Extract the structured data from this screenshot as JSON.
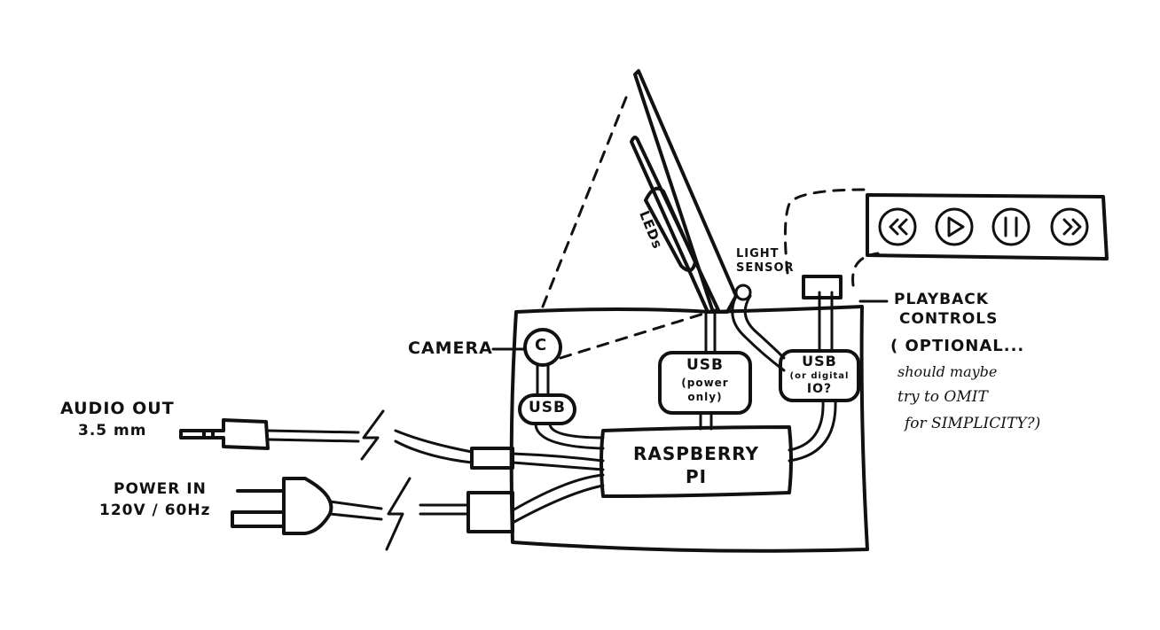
{
  "labels": {
    "camera": "CAMERA",
    "camera_letter": "C",
    "audio_out_1": "AUDIO OUT",
    "audio_out_2": "3.5 mm",
    "power_in_1": "POWER IN",
    "power_in_2": "120V / 60Hz",
    "usb_left": "USB",
    "usb_middle": "USB",
    "usb_middle_sub_1": "(power",
    "usb_middle_sub_2": "only)",
    "usb_right": "USB",
    "usb_right_sub_1": "(or digital",
    "usb_right_sub_2": "IO?",
    "raspberry_1": "RASPBERRY",
    "raspberry_2": "PI",
    "leds": "LEDs",
    "light_sensor_1": "LIGHT",
    "light_sensor_2": "SENSOR",
    "playback_1": "PLAYBACK",
    "playback_2": "CONTROLS",
    "optional_1": "( OPTIONAL...",
    "optional_2": "should maybe",
    "optional_3": "try to OMIT",
    "optional_4": "for SIMPLICITY?)"
  },
  "icons": [
    "rewind-icon",
    "play-icon",
    "pause-icon",
    "fast-forward-icon"
  ],
  "colors": {
    "ink": "#111111",
    "paper": "#ffffff"
  }
}
